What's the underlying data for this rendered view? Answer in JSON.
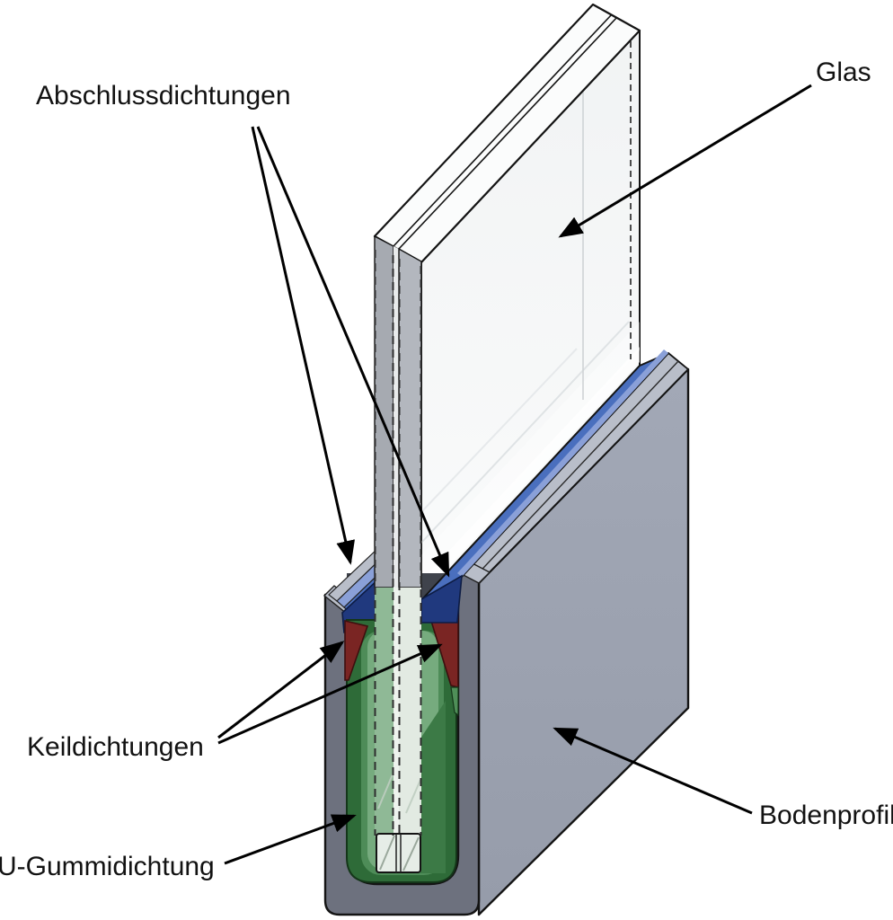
{
  "diagram": {
    "labels": {
      "abschlussdichtungen": "Abschlussdichtungen",
      "glas": "Glas",
      "keildichtungen": "Keildichtungen",
      "u_gummidichtung": "U-Gummidichtung",
      "bodenprofil": "Bodenprofil"
    },
    "colors": {
      "outline": "#141414",
      "glass_top": "#fbfcfc",
      "glass_face": "#f4f6f7",
      "glass_edge_back": "#a6aab1",
      "glass_edge_front": "#b3b7be",
      "glass_edge_gap": "#e9ebec",
      "glass_tint_back": "#8fb996",
      "glass_tint_front": "#e2eae2",
      "glass_tint_gap": "#eef3ee",
      "seal_blue": "#4a6fbe",
      "seal_blue_light": "#8aa0d8",
      "seal_blue_dark": "#20397e",
      "wedge_red": "#7a2523",
      "rubber_green_dark": "#2e6b38",
      "rubber_green_mid": "#4e8c58",
      "rubber_green_light": "#76ab7e",
      "profile_side": "#9aa0af",
      "profile_front": "#6d717e",
      "profile_rim": "#b9bec9",
      "cavity_shadow": "#3f434c"
    }
  }
}
